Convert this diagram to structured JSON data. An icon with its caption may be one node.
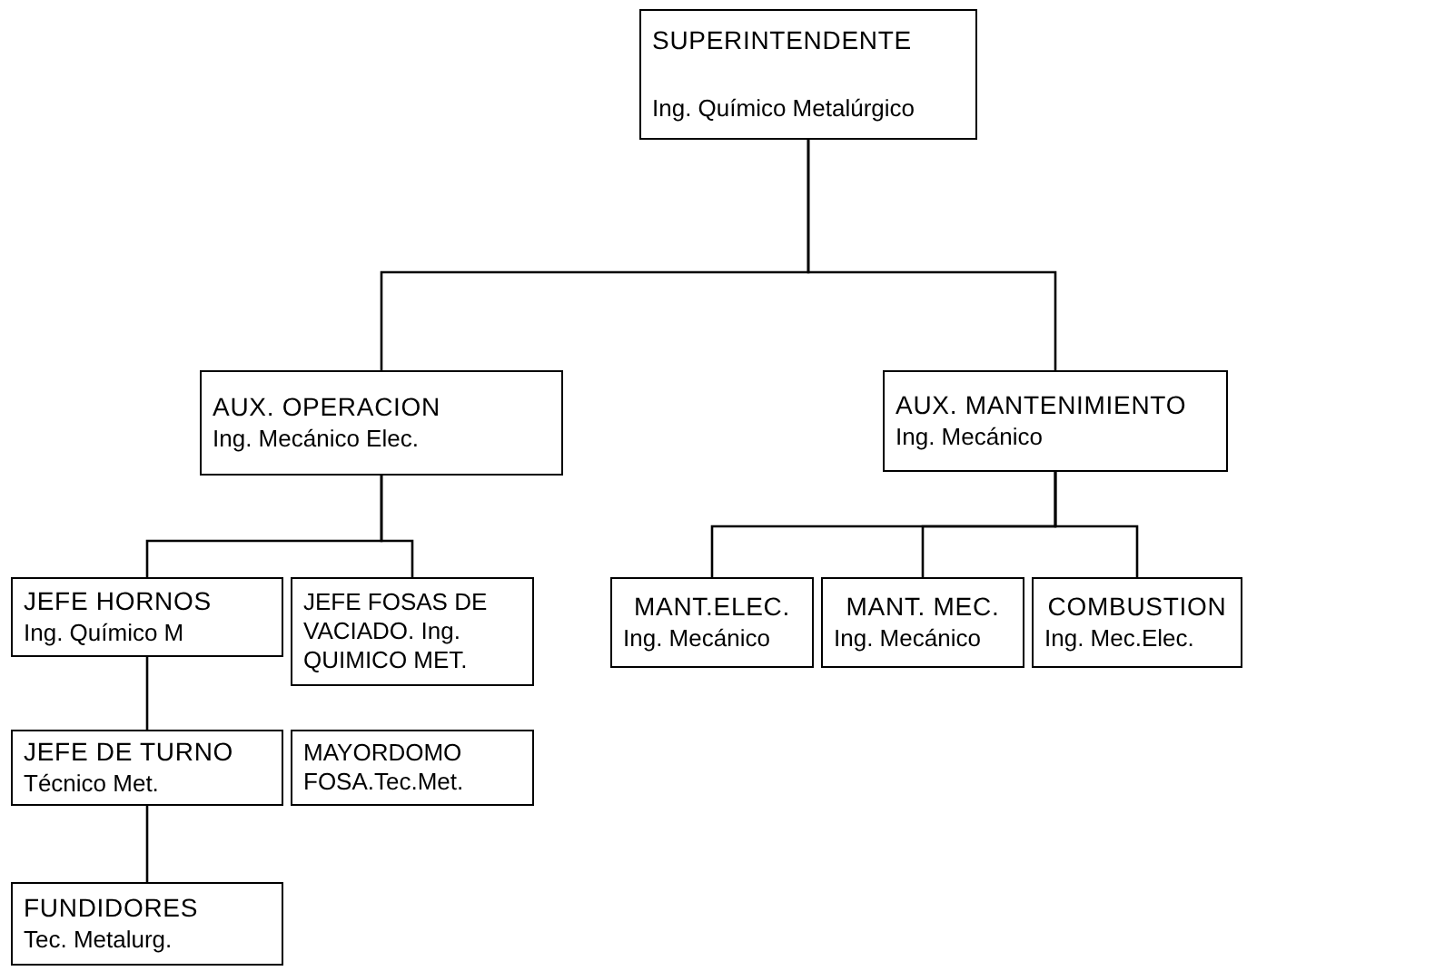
{
  "diagram": {
    "nodes": [
      {
        "text": [
          "SUPERINTENDENTE",
          "Ing. Químico Metalúrgico"
        ]
      },
      {
        "text": [
          "AUX. OPERACION",
          "Ing. Mecánico Elec."
        ]
      },
      {
        "text": [
          "AUX. MANTENIMIENTO",
          "Ing. Mecánico"
        ]
      },
      {
        "text": [
          "JEFE HORNOS",
          "Ing. Químico M"
        ]
      },
      {
        "text": [
          "JEFE FOSAS DE VACIADO. Ing. QUIMICO MET."
        ]
      },
      {
        "text": [
          "JEFE DE TURNO",
          "Técnico Met."
        ]
      },
      {
        "text": [
          "MAYORDOMO FOSA.Tec.Met."
        ]
      },
      {
        "text": [
          "FUNDIDORES",
          "Tec. Metalurg."
        ]
      },
      {
        "text": [
          "MANT.ELEC.",
          "Ing. Mecánico"
        ]
      },
      {
        "text": [
          "MANT. MEC.",
          "Ing. Mecánico"
        ]
      },
      {
        "text": [
          "COMBUSTION",
          "Ing. Mec.Elec."
        ]
      }
    ],
    "edges": [
      {
        "from": 0,
        "to": 1,
        "arrow": "none"
      },
      {
        "from": 0,
        "to": 2,
        "arrow": "none"
      },
      {
        "from": 1,
        "to": 3,
        "arrow": "none"
      },
      {
        "from": 1,
        "to": 4,
        "arrow": "none"
      },
      {
        "from": 2,
        "to": 8,
        "arrow": "none"
      },
      {
        "from": 2,
        "to": 9,
        "arrow": "none"
      },
      {
        "from": 2,
        "to": 10,
        "arrow": "none"
      },
      {
        "from": 3,
        "to": 5,
        "arrow": "none"
      },
      {
        "from": 5,
        "to": 7,
        "arrow": "none"
      }
    ]
  }
}
